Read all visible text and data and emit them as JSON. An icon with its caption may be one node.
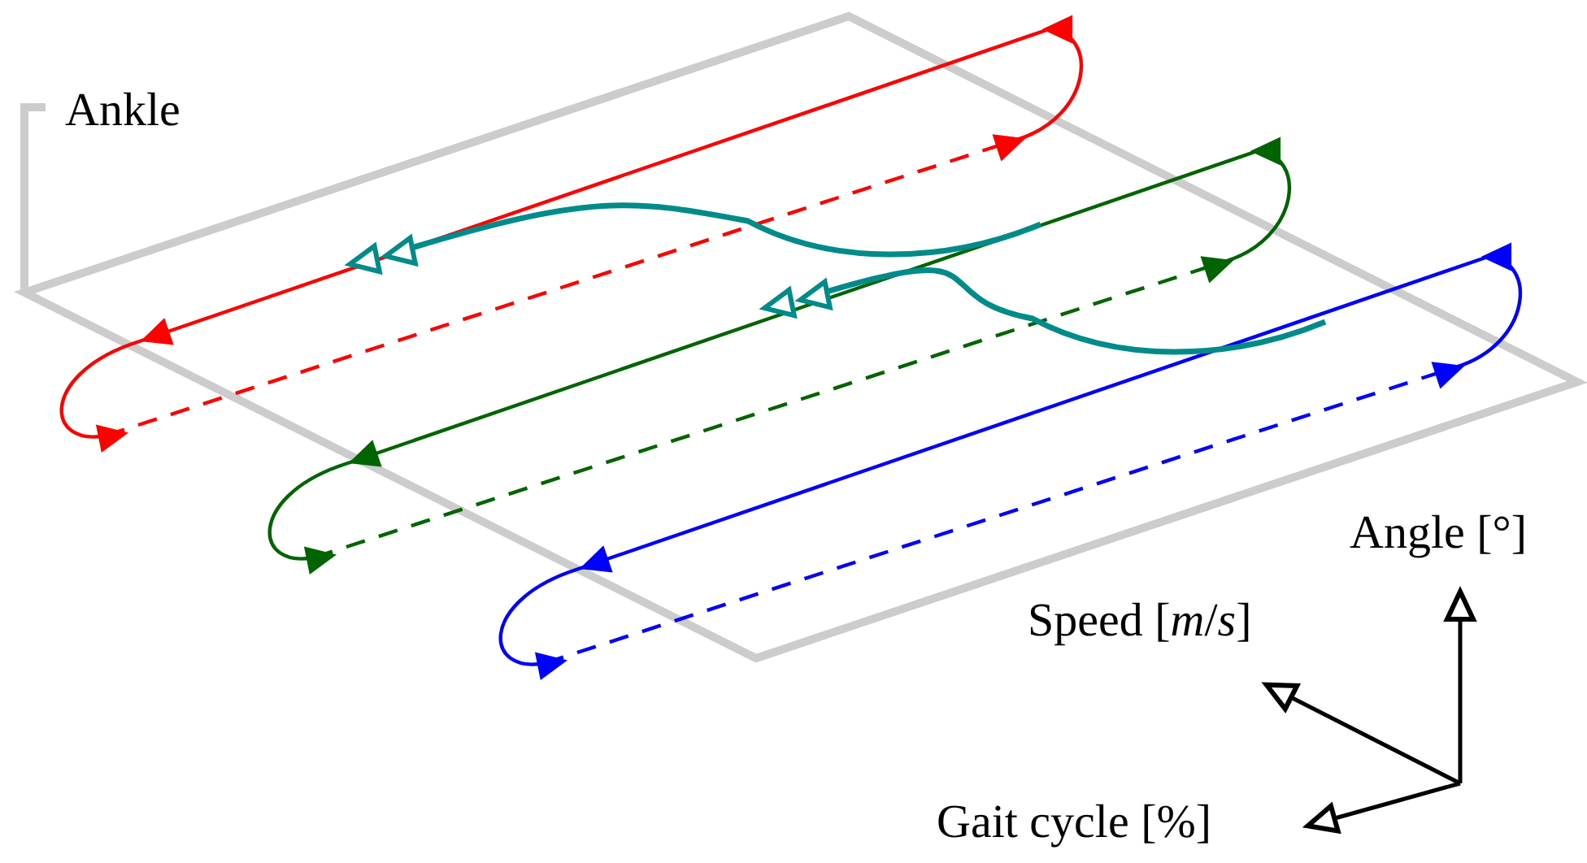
{
  "diagram": {
    "labels": [
      "Ankle",
      "Angle [°]",
      "Speed [*m*/*s*]",
      "Gait cycle [%]"
    ]
  }
}
